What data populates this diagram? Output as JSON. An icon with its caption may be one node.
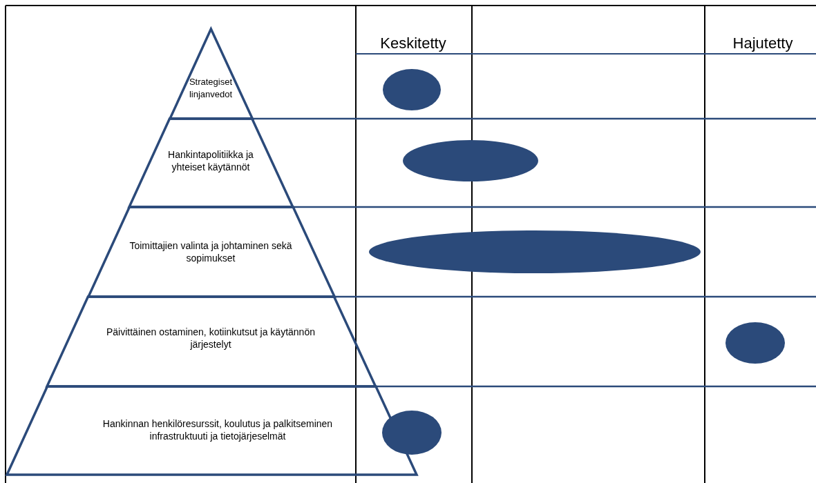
{
  "diagram": {
    "nodes": [
      {
        "text": [
          "Strategiset linjanvedot"
        ]
      },
      {
        "text": [
          "Hankintapolitiikka ja yhteiset käytännöt"
        ]
      },
      {
        "text": [
          "Toimittajien valinta ja johtaminen sekä sopimukset"
        ]
      },
      {
        "text": [
          "Päivittäinen ostaminen, kotiinkutsut ja käytännön järjestelyt"
        ]
      },
      {
        "text": [
          "Hankinnan henkilöresurssit, koulutus ja palkitseminen infrastruktuuti ja tietojärjeselmät"
        ]
      },
      {
        "text": [],
        "shape": "ellipse"
      },
      {
        "text": [],
        "shape": "ellipse"
      },
      {
        "text": [],
        "shape": "ellipse"
      },
      {
        "text": [],
        "shape": "ellipse"
      },
      {
        "text": [],
        "shape": "ellipse"
      }
    ],
    "labels": [
      "Keskitetty",
      "Hajutetty"
    ]
  }
}
